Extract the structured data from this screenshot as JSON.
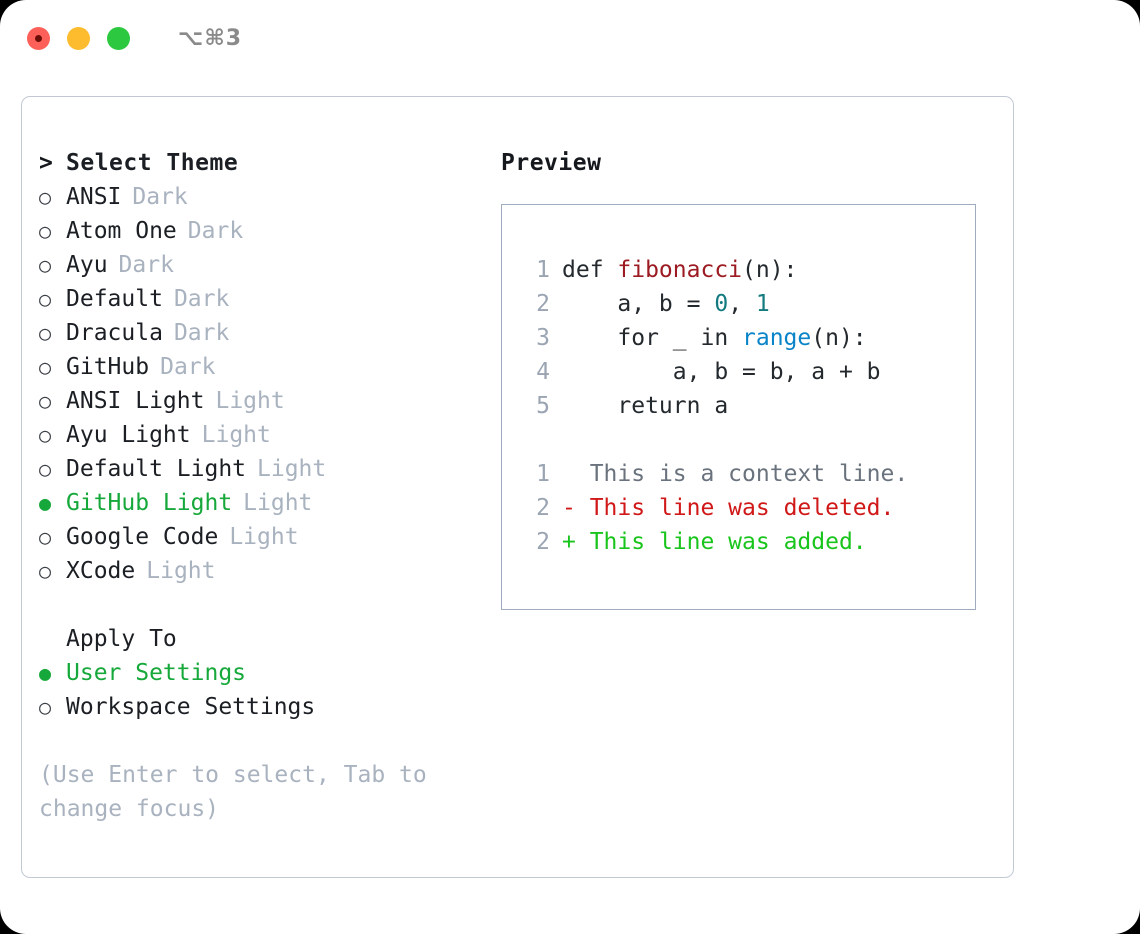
{
  "titlebar": {
    "shortcut": "⌥⌘3",
    "dots": [
      "close-dot",
      "minimize-dot",
      "maximize-dot"
    ]
  },
  "left": {
    "header": {
      "marker": ">",
      "label": "Select Theme"
    },
    "themes": [
      {
        "marker": "○",
        "name": "ANSI",
        "variant": "Dark",
        "selected": false
      },
      {
        "marker": "○",
        "name": "Atom One",
        "variant": "Dark",
        "selected": false
      },
      {
        "marker": "○",
        "name": "Ayu",
        "variant": "Dark",
        "selected": false
      },
      {
        "marker": "○",
        "name": "Default",
        "variant": "Dark",
        "selected": false
      },
      {
        "marker": "○",
        "name": "Dracula",
        "variant": "Dark",
        "selected": false
      },
      {
        "marker": "○",
        "name": "GitHub",
        "variant": "Dark",
        "selected": false
      },
      {
        "marker": "○",
        "name": "ANSI Light",
        "variant": "Light",
        "selected": false
      },
      {
        "marker": "○",
        "name": "Ayu Light",
        "variant": "Light",
        "selected": false
      },
      {
        "marker": "○",
        "name": "Default Light",
        "variant": "Light",
        "selected": false
      },
      {
        "marker": "●",
        "name": "GitHub Light",
        "variant": "Light",
        "selected": true
      },
      {
        "marker": "○",
        "name": "Google Code",
        "variant": "Light",
        "selected": false
      },
      {
        "marker": "○",
        "name": "XCode",
        "variant": "Light",
        "selected": false
      }
    ],
    "apply_to": {
      "label": "Apply To",
      "options": [
        {
          "marker": "●",
          "name": "User Settings",
          "selected": true
        },
        {
          "marker": "○",
          "name": "Workspace Settings",
          "selected": false
        }
      ]
    },
    "hint": "(Use Enter to select, Tab to change focus)"
  },
  "right": {
    "heading": "Preview",
    "code": [
      {
        "no": "1",
        "parts": [
          {
            "t": "def ",
            "c": "code-text"
          },
          {
            "t": "fibonacci",
            "c": "tok-fn"
          },
          {
            "t": "(n):",
            "c": "code-text"
          }
        ]
      },
      {
        "no": "2",
        "parts": [
          {
            "t": "    a, b = ",
            "c": "code-text"
          },
          {
            "t": "0",
            "c": "tok-num"
          },
          {
            "t": ", ",
            "c": "code-text"
          },
          {
            "t": "1",
            "c": "tok-num"
          }
        ]
      },
      {
        "no": "3",
        "parts": [
          {
            "t": "    for _ in ",
            "c": "code-text"
          },
          {
            "t": "range",
            "c": "tok-call"
          },
          {
            "t": "(n):",
            "c": "code-text"
          }
        ]
      },
      {
        "no": "4",
        "parts": [
          {
            "t": "        a, b = b, a + b",
            "c": "code-text"
          }
        ]
      },
      {
        "no": "5",
        "parts": [
          {
            "t": "    return a",
            "c": "code-text"
          }
        ]
      }
    ],
    "diff": [
      {
        "no": "1",
        "sign": " ",
        "text": "This is a context line.",
        "kind": "diff-ctx"
      },
      {
        "no": "2",
        "sign": "-",
        "text": "This line was deleted.",
        "kind": "diff-del"
      },
      {
        "no": "2",
        "sign": "+",
        "text": "This line was added.",
        "kind": "diff-add"
      }
    ]
  },
  "colors": {
    "accent_green": "#16a83a",
    "muted": "#a9b2bf",
    "border": "#c2c9d4",
    "preview_border": "#9facbd",
    "fn_red": "#9c1b22",
    "num_teal": "#137a7f",
    "call_blue": "#0a84c8",
    "diff_add": "#19c51c",
    "diff_del": "#d01818",
    "dot_red": "#fc6058",
    "dot_yellow": "#fdbc2e",
    "dot_green": "#2cc83f"
  }
}
